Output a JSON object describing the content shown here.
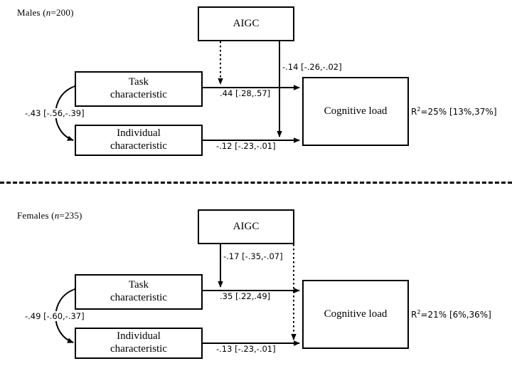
{
  "figure": {
    "type": "structural-equation-model-diagram",
    "divider": "dashed-horizontal-separator",
    "colors": {
      "stroke": "#000000",
      "background": "#ffffff"
    }
  },
  "panels": [
    {
      "id": "males",
      "title_prefix": "Males (",
      "title_italic": "n",
      "title_suffix": "=200)",
      "title_full": "Males (n=200)",
      "nodes": {
        "moderator": "AIGC",
        "predictor1_line1": "Task",
        "predictor1_line2": "characteristic",
        "predictor2_line1": "Individual",
        "predictor2_line2": "characteristic",
        "outcome": "Cognitive load"
      },
      "paths": {
        "covariance": "-.43 [-.56,-.39]",
        "task_to_outcome": ".44 [.28,.57]",
        "individual_to_outcome": "-.12 [-.23,-.01]",
        "moderation_solid": "-.14 [-.26,-.02]",
        "moderation_solid_target": "individual-path",
        "moderation_dotted_target": "task-path"
      },
      "variance_explained": {
        "symbol": "R",
        "exponent": "2",
        "text": "=25% [13%,37%]",
        "full": "R2=25% [13%,37%]"
      }
    },
    {
      "id": "females",
      "title_prefix": "Females (",
      "title_italic": "n",
      "title_suffix": "=235)",
      "title_full": "Females (n=235)",
      "nodes": {
        "moderator": "AIGC",
        "predictor1_line1": "Task",
        "predictor1_line2": "characteristic",
        "predictor2_line1": "Individual",
        "predictor2_line2": "characteristic",
        "outcome": "Cognitive load"
      },
      "paths": {
        "covariance": "-.49 [-.60,-.37]",
        "task_to_outcome": ".35 [.22,.49]",
        "individual_to_outcome": "-.13 [-.23,-.01]",
        "moderation_solid": "-.17 [-.35,-.07]",
        "moderation_solid_target": "task-path",
        "moderation_dotted_target": "individual-path"
      },
      "variance_explained": {
        "symbol": "R",
        "exponent": "2",
        "text": "=21% [6%,36%]",
        "full": "R2=21% [6%,36%]"
      }
    }
  ]
}
